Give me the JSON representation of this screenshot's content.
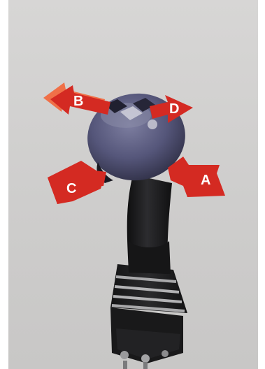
{
  "diagram": {
    "arrows": [
      {
        "id": "A",
        "label": "A"
      },
      {
        "id": "B",
        "label": "B"
      },
      {
        "id": "C",
        "label": "C"
      },
      {
        "id": "D",
        "label": "D"
      }
    ],
    "colors": {
      "background": "#d2d1d0",
      "arrow": "#d42a22",
      "arrow_tail": "#f07048",
      "knob": "#5a5a78",
      "body": "#1c1c1e"
    },
    "icons": [
      "joystick-control"
    ]
  }
}
